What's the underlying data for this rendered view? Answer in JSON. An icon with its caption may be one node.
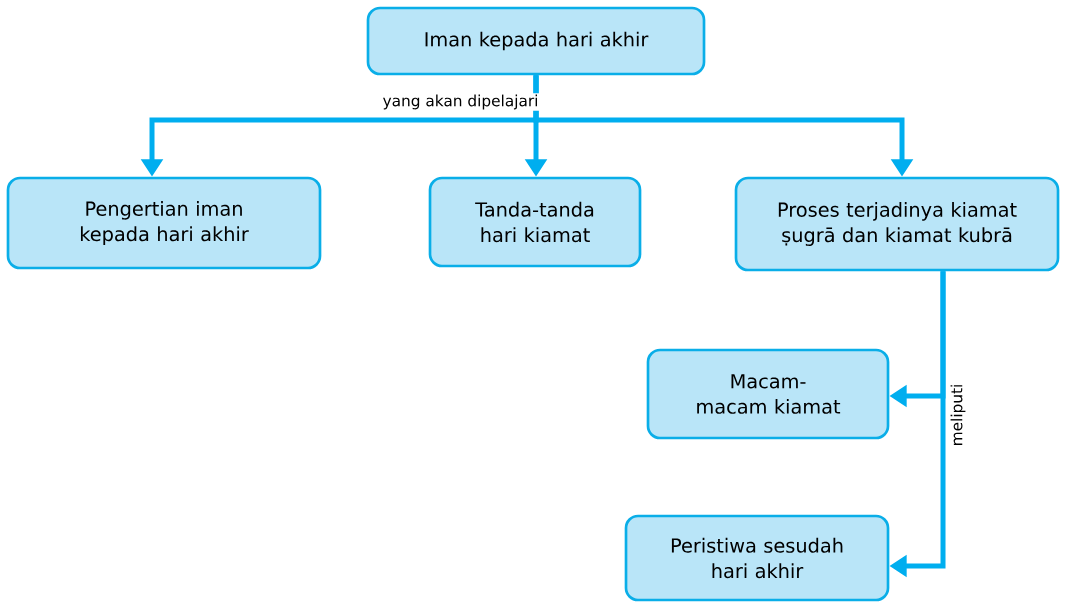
{
  "diagram": {
    "nodes": [
      {
        "text": [
          "Iman kepada hari akhir"
        ]
      },
      {
        "text": [
          "Pengertian iman kepada hari akhir"
        ]
      },
      {
        "text": [
          "Tanda-tanda hari kiamat"
        ]
      },
      {
        "text": [
          "Proses terjadinya kiamat ṣugrā dan kiamat kubrā"
        ]
      },
      {
        "text": [
          "Macam-macam kiamat"
        ]
      },
      {
        "text": [
          "Peristiwa sesudah hari akhir"
        ]
      }
    ],
    "edges": [
      {
        "from": 0,
        "to": 1,
        "arrow": "to"
      },
      {
        "from": 0,
        "to": 2,
        "arrow": "to",
        "label": "yang akan dipelajari"
      },
      {
        "from": 0,
        "to": 3,
        "arrow": "to"
      },
      {
        "from": 3,
        "to": 4,
        "arrow": "to",
        "label": "meliputi"
      },
      {
        "from": 3,
        "to": 5,
        "arrow": "to"
      }
    ]
  }
}
